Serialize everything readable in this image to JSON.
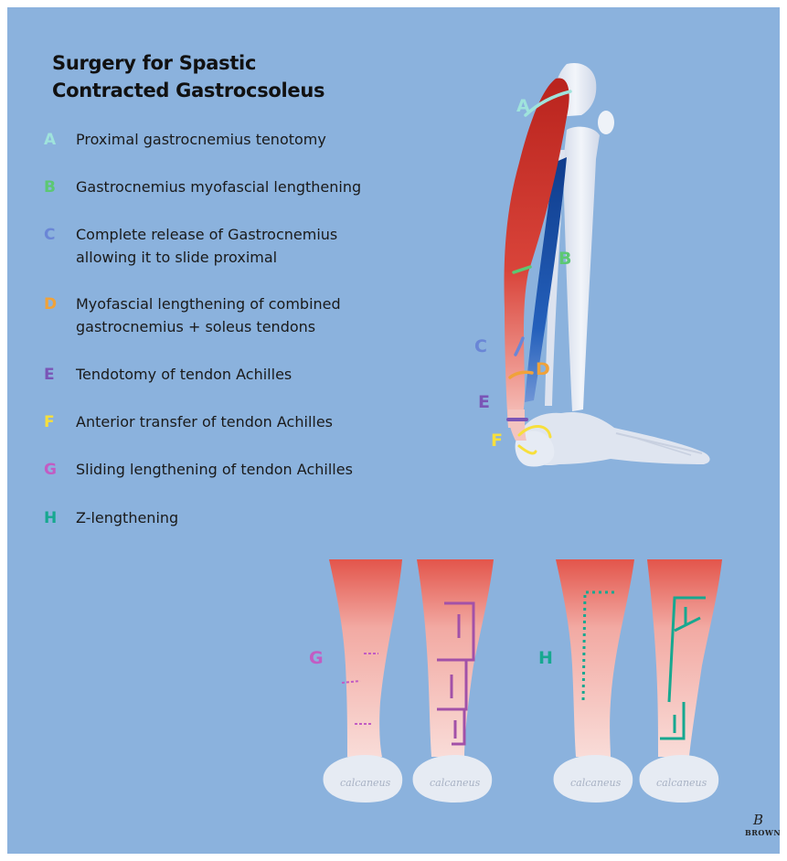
{
  "title": {
    "line1": "Surgery for Spastic",
    "line2": "Contracted Gastrocsoleus"
  },
  "legend": [
    {
      "letter": "A",
      "lines": [
        "Proximal gastrocnemius tenotomy"
      ],
      "color": "#9fe3dc"
    },
    {
      "letter": "B",
      "lines": [
        "Gastrocnemius myofascial lengthening"
      ],
      "color": "#5cc873"
    },
    {
      "letter": "C",
      "lines": [
        "Complete release of Gastrocnemius",
        "allowing it to slide proximal"
      ],
      "color": "#6a86d6"
    },
    {
      "letter": "D",
      "lines": [
        "Myofascial lengthening of combined",
        "gastrocnemius + soleus tendons"
      ],
      "color": "#f0a23a"
    },
    {
      "letter": "E",
      "lines": [
        "Tendotomy of tendon Achilles"
      ],
      "color": "#7a55b6"
    },
    {
      "letter": "F",
      "lines": [
        "Anterior transfer of tendon Achilles"
      ],
      "color": "#f7df3c"
    },
    {
      "letter": "G",
      "lines": [
        "Sliding lengthening of tendon Achilles"
      ],
      "color": "#c25cc3"
    },
    {
      "letter": "H",
      "lines": [
        "Z-lengthening"
      ],
      "color": "#17a890"
    }
  ],
  "leg_labels": {
    "A": "A",
    "B": "B",
    "C": "C",
    "D": "D",
    "E": "E",
    "F": "F"
  },
  "detail_labels": {
    "G": "G",
    "H": "H"
  },
  "calcaneus_label": "calcaneus",
  "signature": {
    "mark": "B",
    "name": "BROWNE"
  },
  "colors": {
    "background": "#8bb2dd",
    "bone": "#e4e9f3",
    "muscle_red": "#c9352e",
    "soleus_blue": "#1d4fa6",
    "tendon_pink": "#f1b6b0"
  }
}
